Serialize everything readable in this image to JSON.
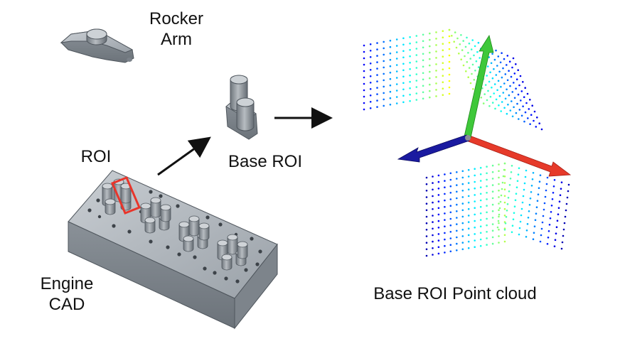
{
  "labels": {
    "rocker_line1": "Rocker",
    "rocker_line2": "Arm",
    "roi": "ROI",
    "base_roi": "Base ROI",
    "engine_line1": "Engine",
    "engine_line2": "CAD",
    "point_cloud": "Base ROI Point cloud"
  },
  "colors": {
    "roi_box": "#e8352b",
    "axis_x": "#e63a2a",
    "axis_y": "#3fc83a",
    "axis_z": "#1a1aa0",
    "cad_metal": "#8f969d"
  },
  "icons": [
    "rocker-arm-model",
    "base-roi-model",
    "engine-cad-model",
    "arrow-icon",
    "point-cloud",
    "coordinate-axes"
  ]
}
